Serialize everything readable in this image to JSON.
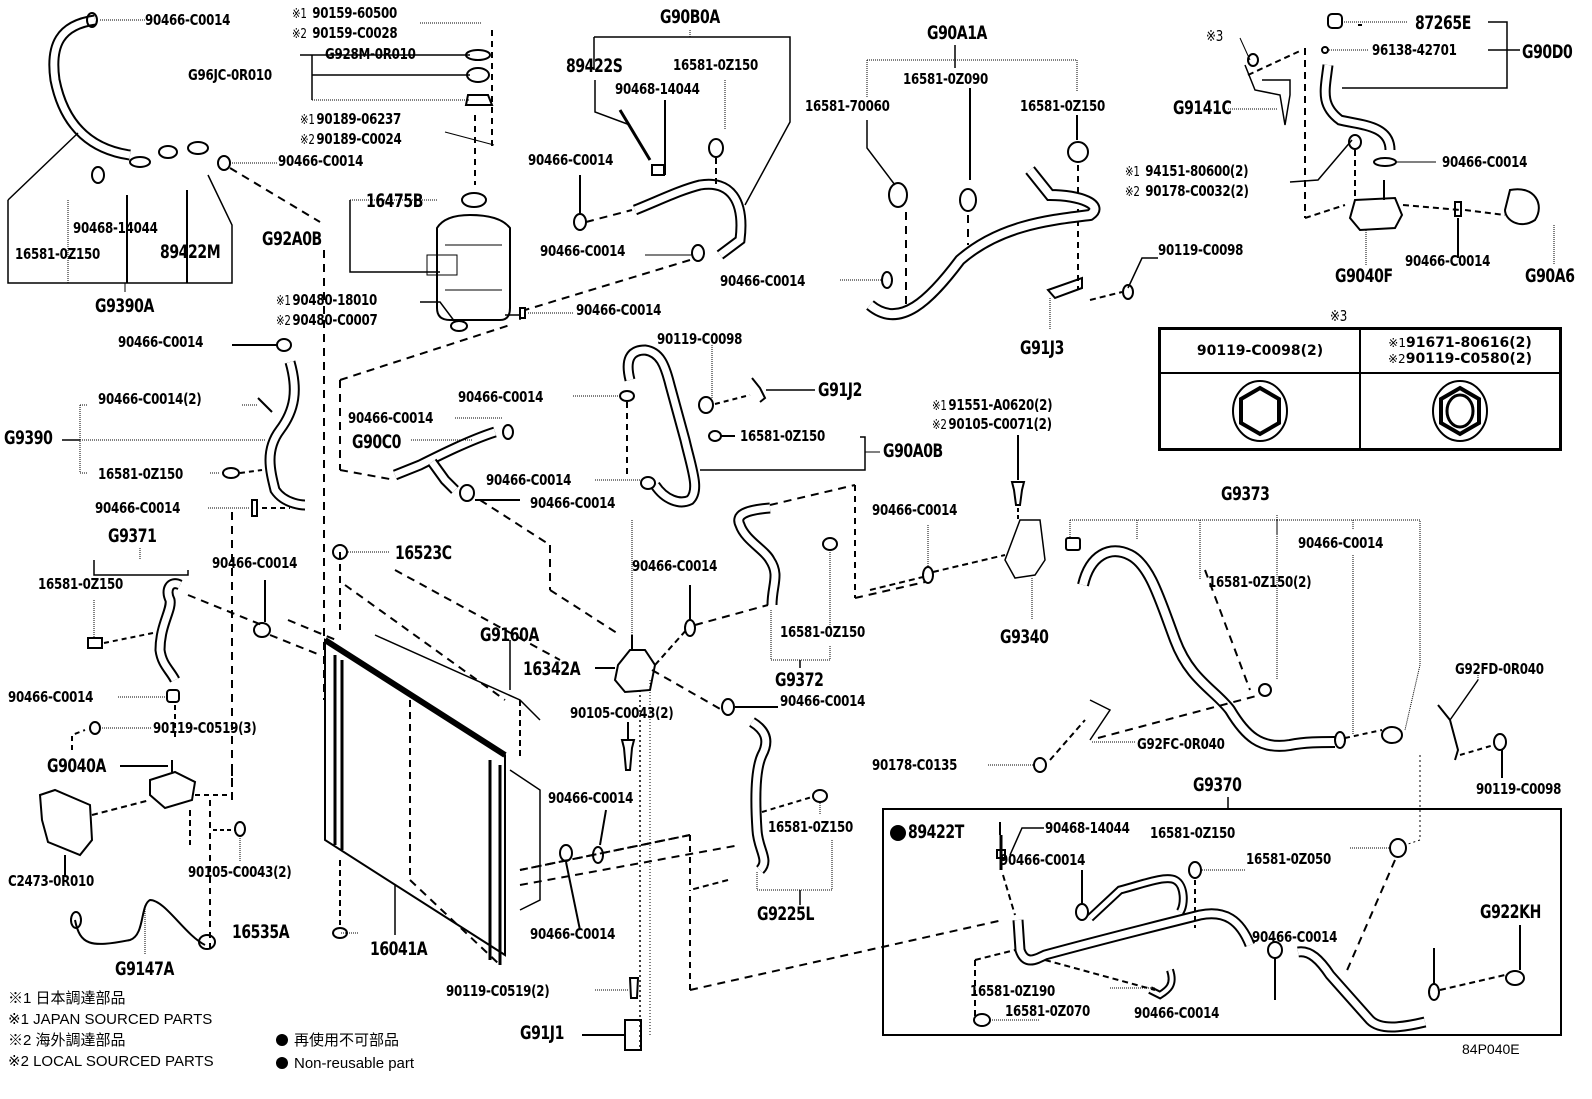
{
  "diagram": {
    "title_code": "84P040E",
    "type": "exploded-parts-diagram",
    "subject": "Cooling system: radiator, reservoir tank, water pumps and hoses"
  },
  "marks": {
    "m1": "※1",
    "m2": "※2",
    "m3": "※3"
  },
  "labels": {
    "top_left_clamp": "90466-C0014",
    "g96jc": "G96JC-0R010",
    "g928m": "G928M-0R010",
    "cap_bolt_1": "90159-60500",
    "cap_bolt_2": "90159-C0028",
    "bolt_90189_1": "90189-06237",
    "bolt_90189_2": "90189-C0024",
    "clamp_mid_left": "90466-C0014",
    "g9390a_90468": "90468-14044",
    "g9390a_16581": "16581-0Z150",
    "g9390a_89422m": "89422M",
    "g9390a": "G9390A",
    "g92a0b": "G92A0B",
    "cap_16475b": "16475B",
    "drain_1": "90480-18010",
    "drain_2": "90480-C0007",
    "tank_clamp": "90466-C0014",
    "g90b0a": "G90B0A",
    "g90b0a_89422s": "89422S",
    "g90b0a_90468": "90468-14044",
    "g90b0a_16581": "16581-0Z150",
    "g90b0a_clamp1": "90466-C0014",
    "g90b0a_clamp2": "90466-C0014",
    "g90a1a": "G90A1A",
    "g90a1a_16581_0z090": "16581-0Z090",
    "g90a1a_16581_70060": "16581-70060",
    "g90a1a_16581_0z150": "16581-0Z150",
    "g90a1a_clamp": "90466-C0014",
    "g91j3_bolt": "90119-C0098",
    "g91j3": "G91J3",
    "note3_ref": "※3",
    "g9141c": "G9141C",
    "g90d0_87265e": "87265E",
    "g90d0_96138": "96138-42701",
    "g90d0": "G90D0",
    "pump_bolt_1": "94151-80600(2)",
    "pump_bolt_2": "90178-C0032(2)",
    "g90d0_clamp": "90466-C0014",
    "g9040f": "G9040F",
    "g9040f_clamp": "90466-C0014",
    "g90a6": "G90A6",
    "g9390_clamp_top": "90466-C0014",
    "g9390_clamp2": "90466-C0014(2)",
    "g9390": "G9390",
    "g9390_16581": "16581-0Z150",
    "g9390_clamp_bot": "90466-C0014",
    "g90c0_clamp1": "90466-C0014",
    "g90c0": "G90C0",
    "g90c0_clamp2": "90466-C0014",
    "g90c0_clamp3": "90466-C0014",
    "g90a0b_clamp": "90466-C0014",
    "g91j2_bolt": "90119-C0098",
    "g91j2": "G91J2",
    "g90a0b_16581": "16581-0Z150",
    "g90a0b": "G90A0B",
    "bracket_bolt_1": "91551-A0620(2)",
    "bracket_bolt_2": "90105-C0071(2)",
    "g9340_clamp": "90466-C0014",
    "g9340": "G9340",
    "g9373": "G9373",
    "g9373_clamp": "90466-C0014",
    "g9373_16581": "16581-0Z150(2)",
    "g92fd": "G92FD-0R040",
    "g92fc": "G92FC-0R040",
    "nut_90178": "90178-C0135",
    "g92fd_bolt": "90119-C0098",
    "g9371": "G9371",
    "g9371_16581": "16581-0Z150",
    "g9371_clamp_r": "90466-C0014",
    "cap_16523c": "16523C",
    "g9371_clamp_bot": "90466-C0014",
    "pump_a_bolt": "90119-C0519(3)",
    "g9040a": "G9040A",
    "c2473": "C2473-0R010",
    "pump_a_bolt2": "90105-C0043(2)",
    "g9147a": "G9147A",
    "plug_16535a": "16535A",
    "radiator_16041a": "16041A",
    "g9160a": "G9160A",
    "thermo_16342a": "16342A",
    "thermo_bolt": "90105-C0043(2)",
    "g9372_clamp_top": "90466-C0014",
    "g9372_16581": "16581-0Z150",
    "g9372": "G9372",
    "g9225l_clamp": "90466-C0014",
    "rad_clamp1": "90466-C0014",
    "rad_clamp2": "90466-C0014",
    "g9225l_16581": "16581-0Z150",
    "g9225l": "G9225L",
    "rad_bolt": "90119-C0519(2)",
    "g91j1": "G91J1",
    "g9370": "G9370",
    "g9370_89422t": "89422T",
    "g9370_90468": "90468-14044",
    "g9370_clamp1": "90466-C0014",
    "g9370_16581_0z150": "16581-0Z150",
    "g9370_16581_0z050": "16581-0Z050",
    "g9370_16581_0z190": "16581-0Z190",
    "g9370_16581_0z070": "16581-0Z070",
    "g9370_clamp2": "90466-C0014",
    "g9370_clamp3": "90466-C0014",
    "g922kh": "G922KH"
  },
  "note3_table": {
    "title": "※3",
    "col1_header": "90119-C0098(2)",
    "col2_header_1": "91671-80616(2)",
    "col2_header_2": "90119-C0580(2)",
    "col1_icon": "hex-bolt-head-icon",
    "col2_icon": "flange-nut-head-icon"
  },
  "legend": {
    "line1": "※1 日本調達部品",
    "line2": "※1 JAPAN SOURCED PARTS",
    "line3": "※2 海外調達部品",
    "line4": "※2 LOCAL SOURCED PARTS",
    "nonreuse_jp": "再使用不可部品",
    "nonreuse_en": "Non-reusable part"
  }
}
